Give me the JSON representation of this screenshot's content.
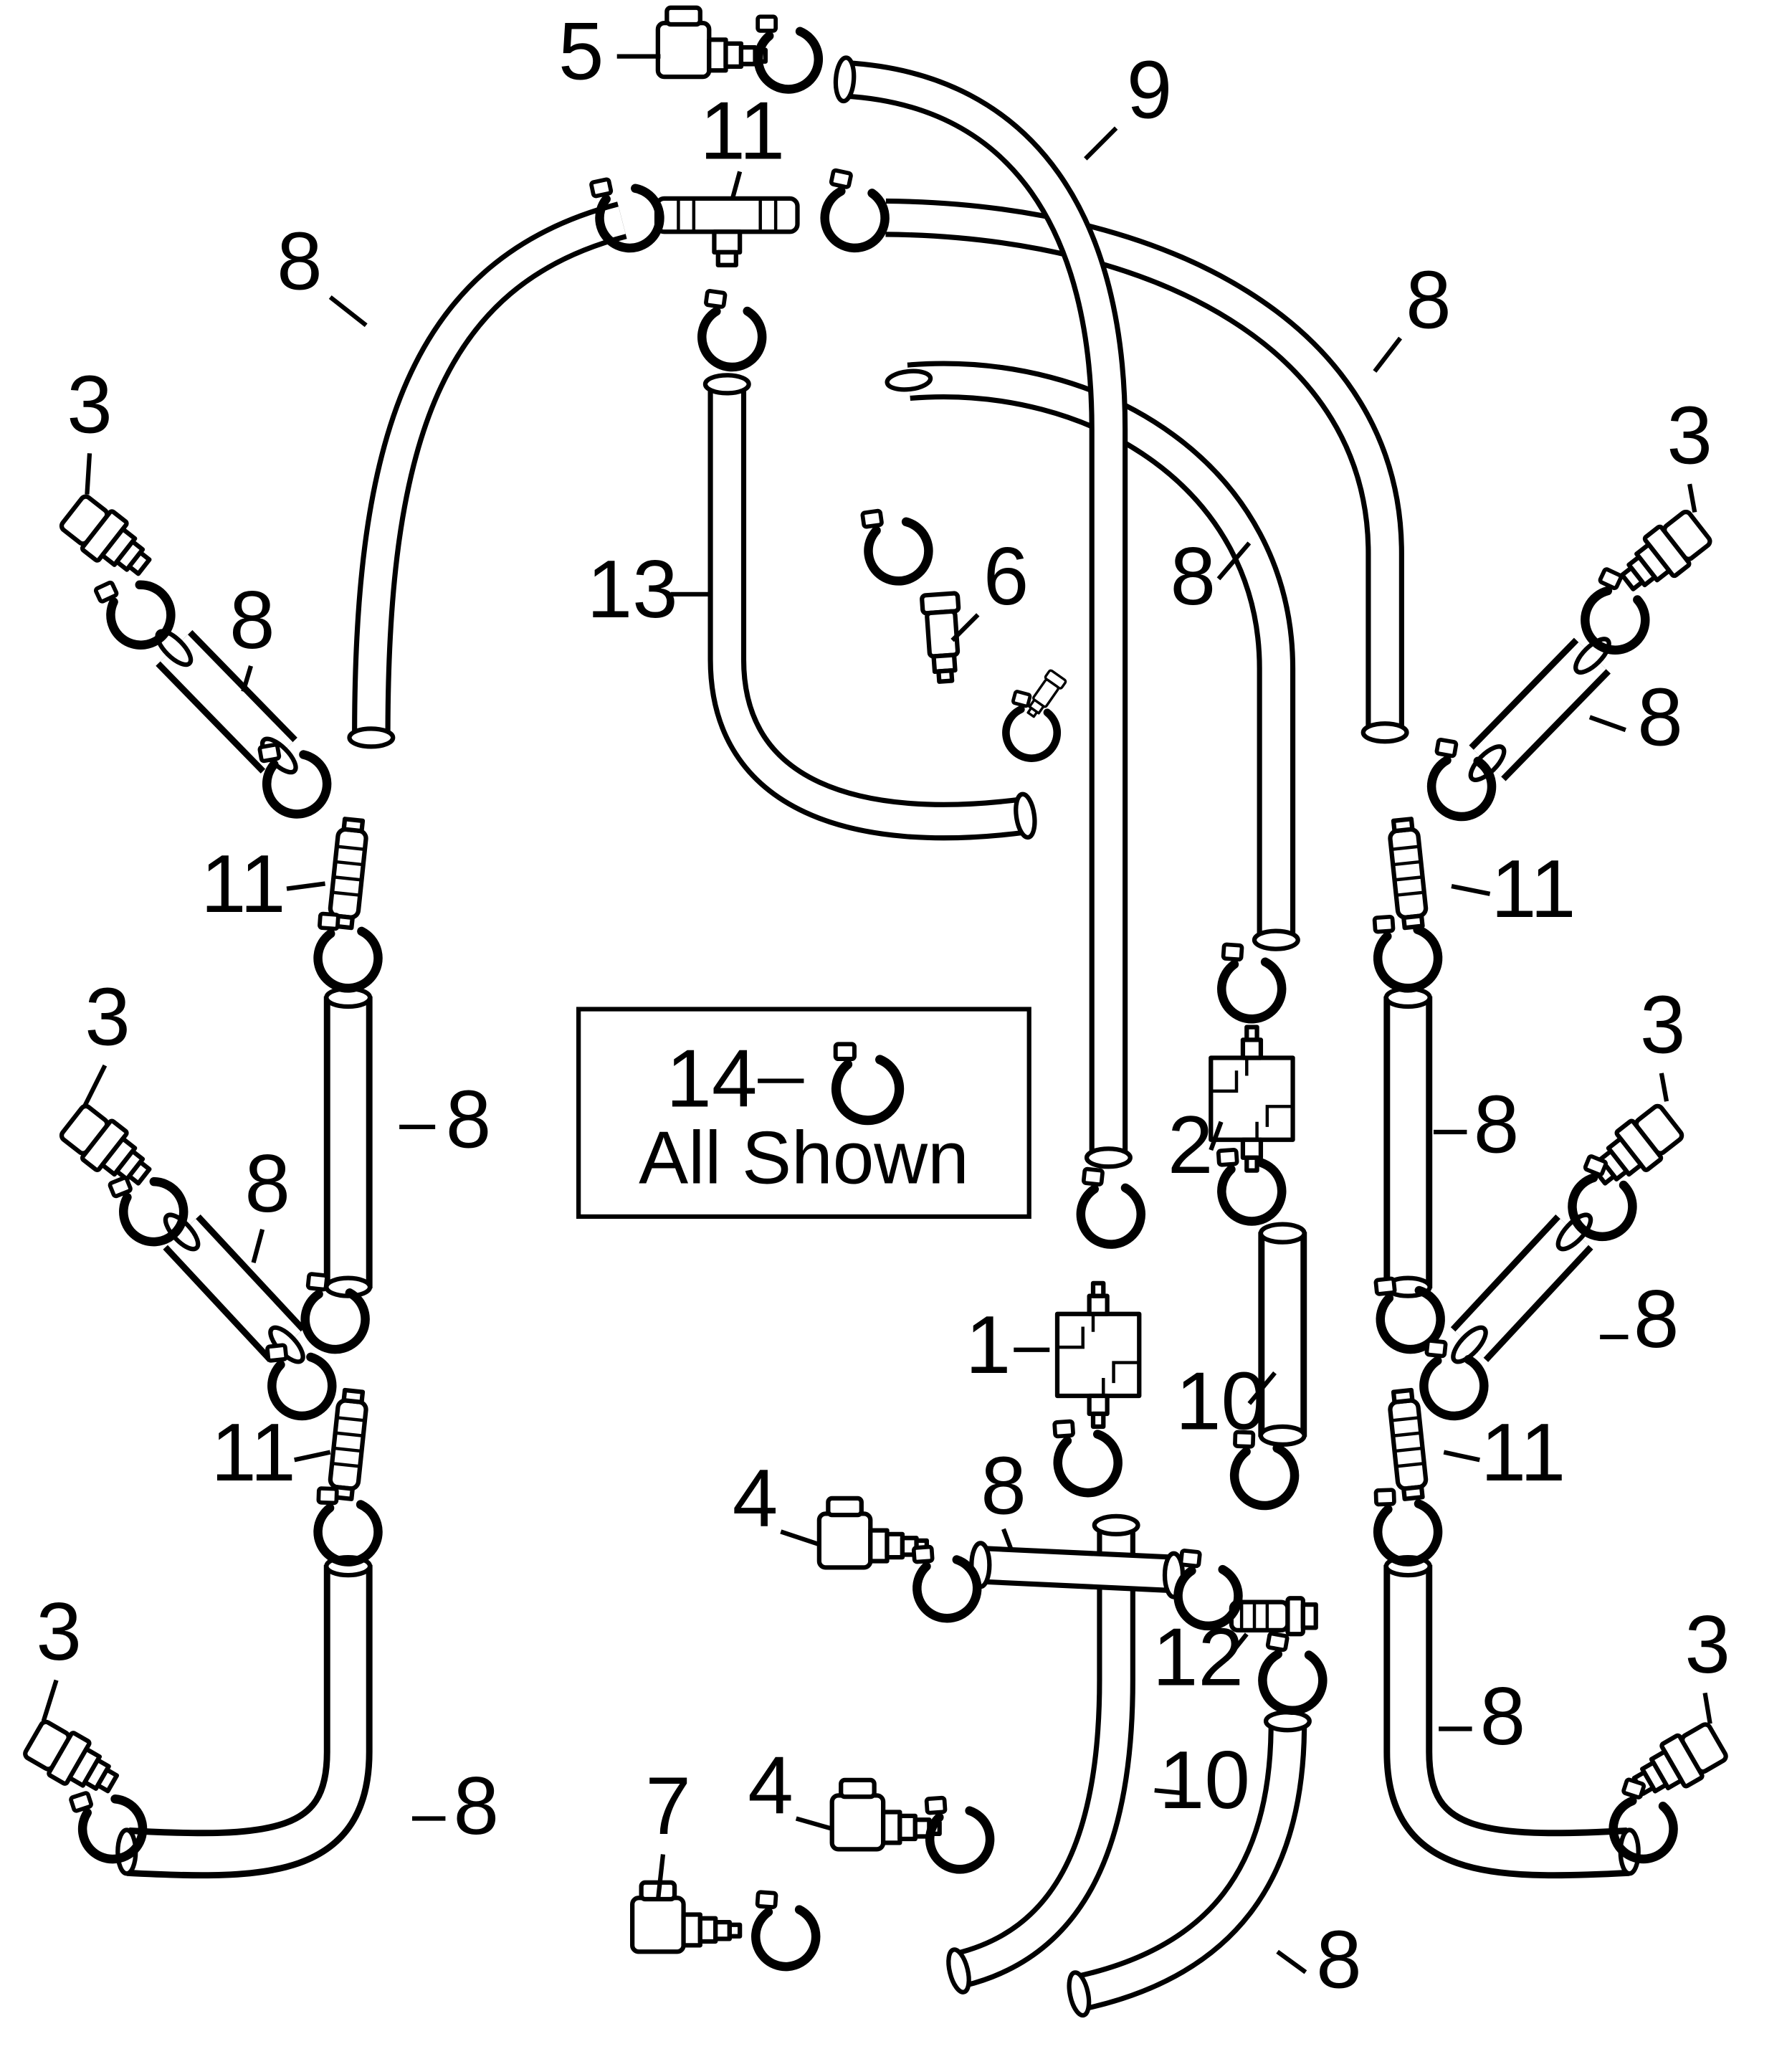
{
  "colors": {
    "line": "#000000",
    "background": "#ffffff"
  },
  "note_box": {
    "number": "14",
    "text": "All Shown"
  },
  "callouts": [
    "5",
    "11",
    "9",
    "8",
    "8",
    "3",
    "3",
    "8",
    "13",
    "6",
    "8",
    "8",
    "11",
    "11",
    "3",
    "3",
    "2",
    "8",
    "8",
    "8",
    "8",
    "1",
    "10",
    "11",
    "11",
    "4",
    "8",
    "12",
    "3",
    "3",
    "8",
    "8",
    "4",
    "10",
    "7",
    "8"
  ]
}
